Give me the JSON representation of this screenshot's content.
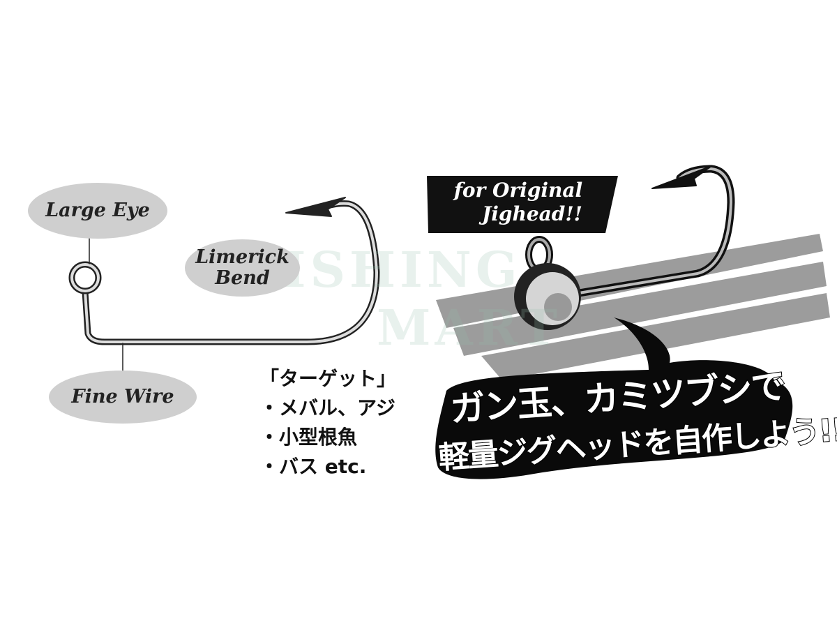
{
  "labels": {
    "large_eye": "Large Eye",
    "limerick_bend_line1": "Limerick",
    "limerick_bend_line2": "Bend",
    "fine_wire": "Fine Wire"
  },
  "target": {
    "heading": "「ターゲット」",
    "items": [
      "・メバル、アジ",
      "・小型根魚",
      "・バス etc."
    ]
  },
  "banner": {
    "line1": "for Original",
    "line2": "Jighead!!"
  },
  "catchcopy": {
    "line1": "ガン玉、カミツブシで",
    "line2": "軽量ジグヘッドを自作しよう!!"
  },
  "watermark": {
    "line1": "FISHING",
    "line2": "MART"
  },
  "colors": {
    "label_bg": "#cfcfcf",
    "ink": "#111111",
    "streak": "#9a9a9a"
  }
}
